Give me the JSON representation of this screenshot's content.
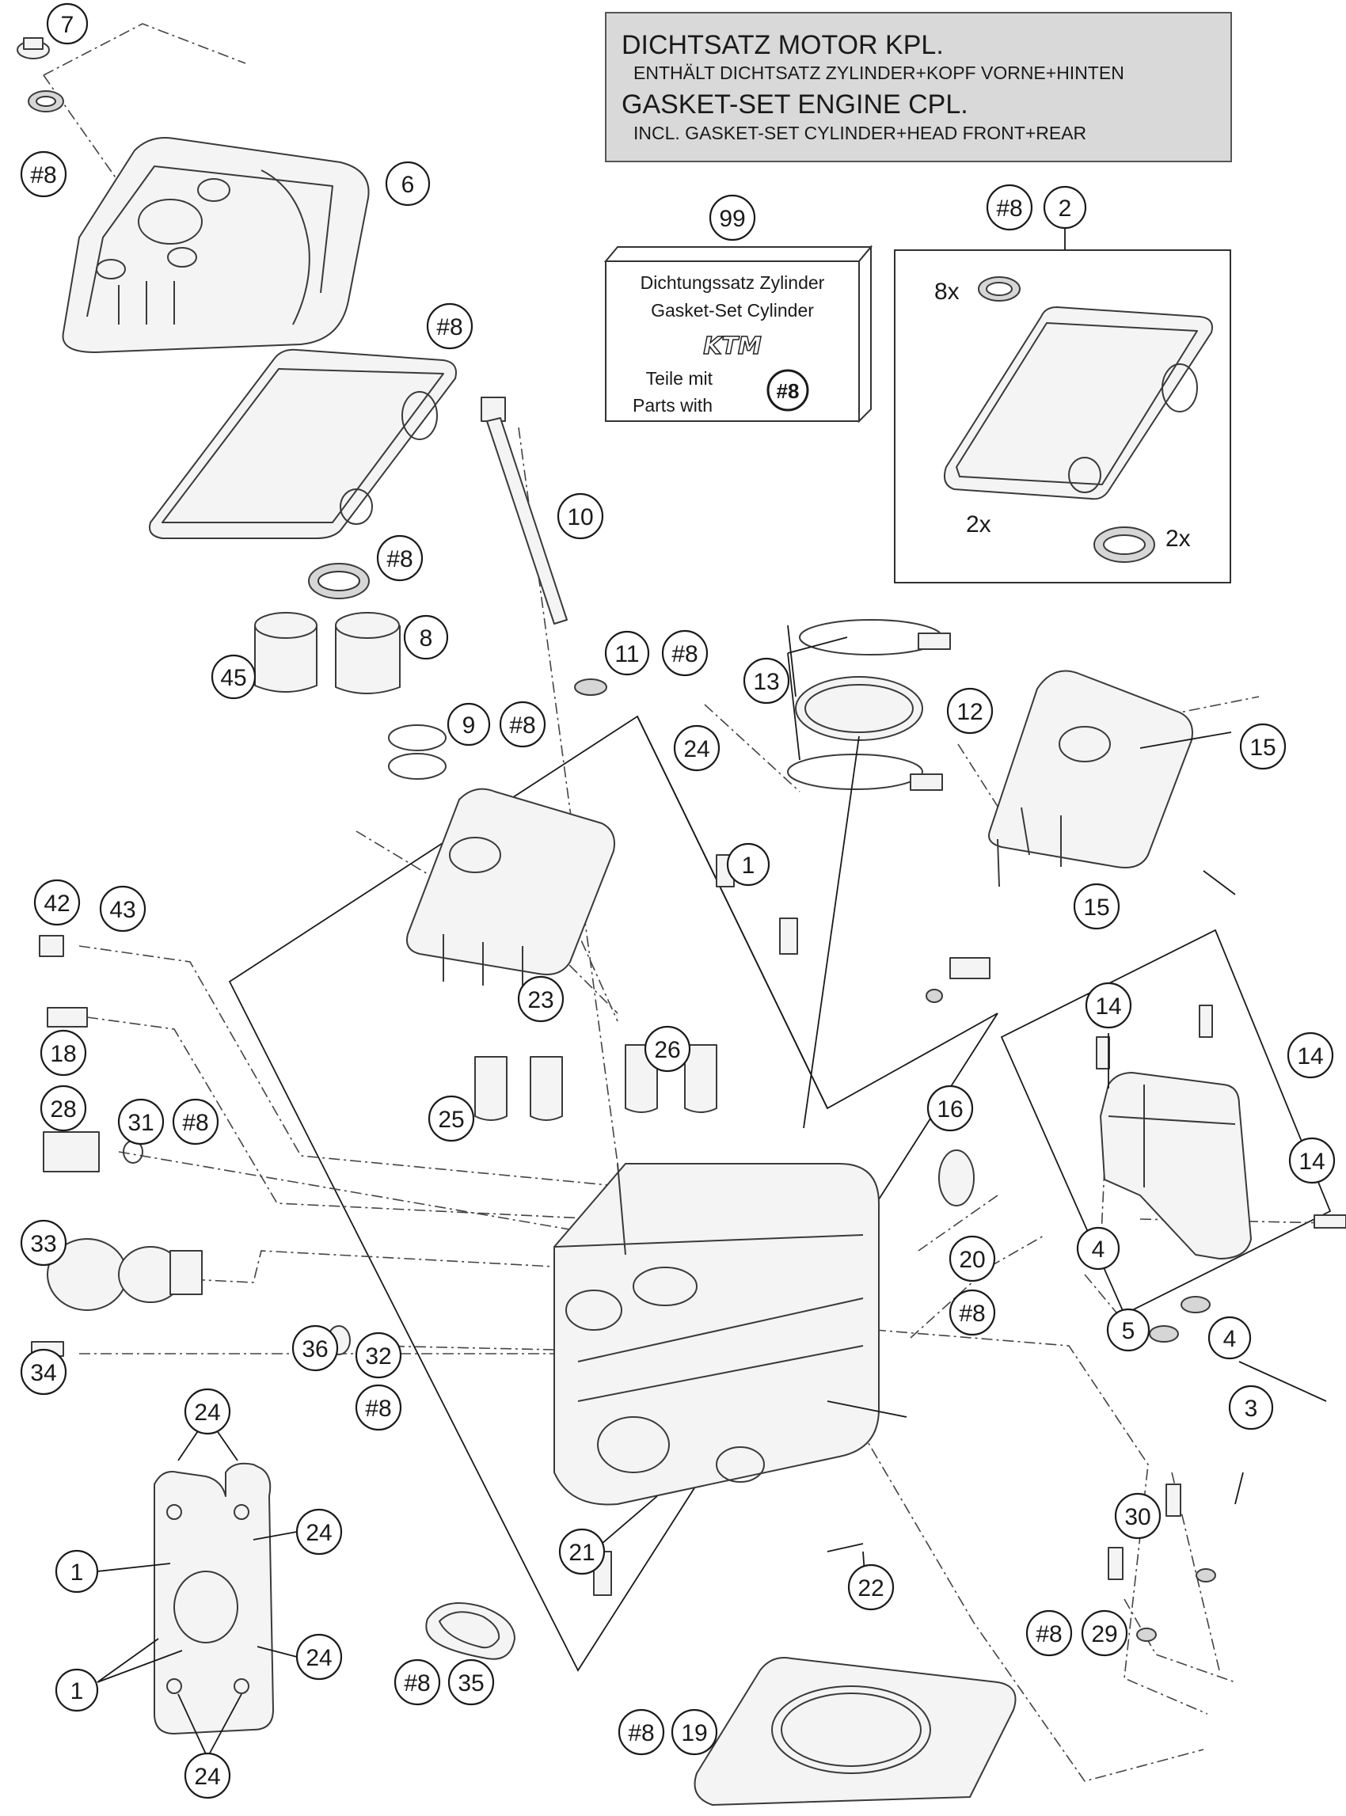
{
  "note": {
    "line1": "DICHTSATZ MOTOR KPL.",
    "line2": "ENTHÄLT DICHTSATZ ZYLINDER+KOPF VORNE+HINTEN",
    "line3": "GASKET-SET ENGINE CPL.",
    "line4": "INCL. GASKET-SET CYLINDER+HEAD FRONT+REAR"
  },
  "kit_99": {
    "line1": "Dichtungssatz Zylinder",
    "line2": "Gasket-Set Cylinder",
    "logo": "KTM",
    "line3": "Teile mit",
    "line4": "Parts with",
    "badge": "#8"
  },
  "kit_2": {
    "qty_rings": "8x",
    "qty_gasket": "2x",
    "qty_seal": "2x"
  },
  "callouts": {
    "c7": "7",
    "c8a": "#8",
    "c6": "6",
    "c8b": "#8",
    "c8c": "#8",
    "c8d": "8",
    "c45": "45",
    "c9": "9",
    "c8e": "#8",
    "c10": "10",
    "c11": "11",
    "c8f": "#8",
    "c99": "99",
    "c8g": "#8",
    "c2": "2",
    "c13": "13",
    "c12": "12",
    "c15a": "15",
    "c15b": "15",
    "c24a": "24",
    "c1a": "1",
    "c23": "23",
    "c42": "42",
    "c43": "43",
    "c18": "18",
    "c26": "26",
    "c25": "25",
    "c28": "28",
    "c31": "31",
    "c8h": "#8",
    "c16": "16",
    "c20": "20",
    "c8i": "#8",
    "c14a": "14",
    "c14b": "14",
    "c14c": "14",
    "c4a": "4",
    "c4b": "4",
    "c5": "5",
    "c3": "3",
    "c33": "33",
    "c34": "34",
    "c36": "36",
    "c32": "32",
    "c8j": "#8",
    "c24b": "24",
    "c24c": "24",
    "c1b": "1",
    "c24d": "24",
    "c1c": "1",
    "c24e": "24",
    "c21": "21",
    "c22": "22",
    "c30": "30",
    "c8k": "#8",
    "c29": "29",
    "c8l": "#8",
    "c35": "35",
    "c8m": "#8",
    "c19": "19"
  }
}
